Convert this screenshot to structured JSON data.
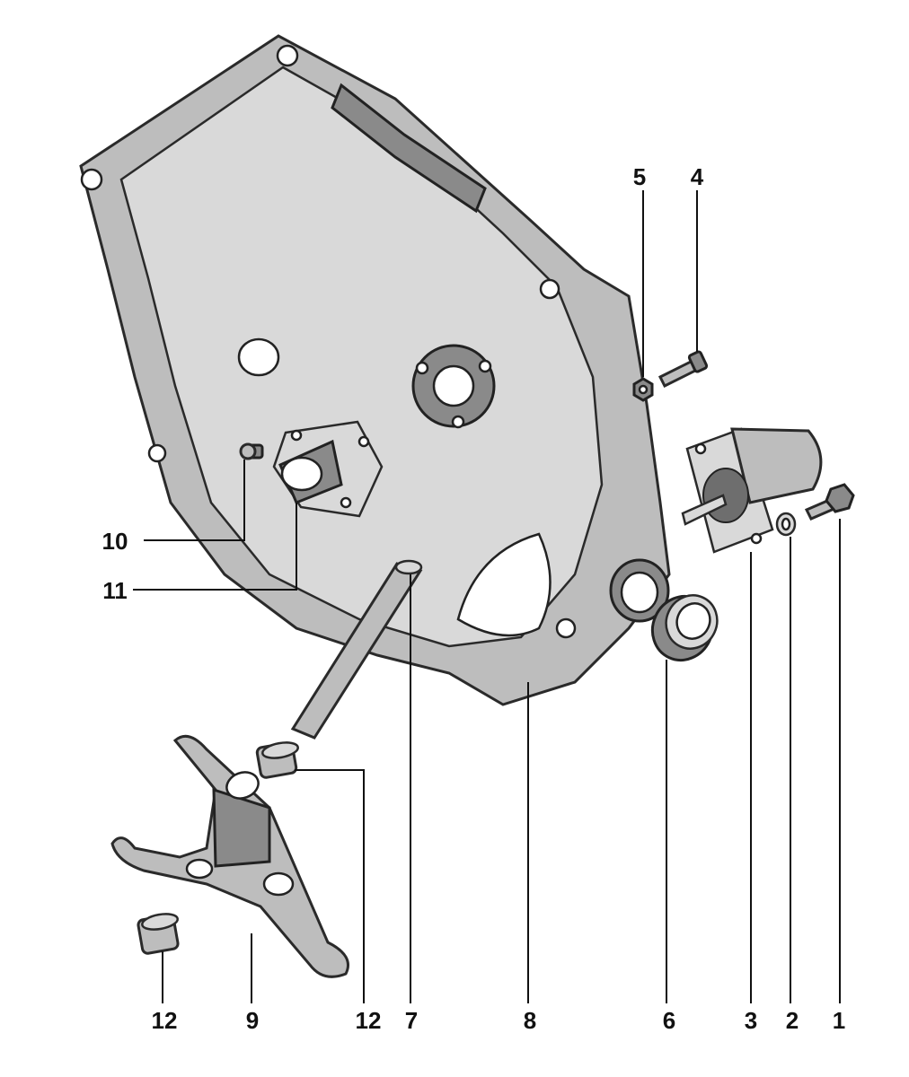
{
  "callouts": {
    "c1": "1",
    "c2": "2",
    "c3": "3",
    "c4": "4",
    "c5": "5",
    "c6": "6",
    "c7": "7",
    "c8": "8",
    "c9": "9",
    "c10": "10",
    "c11": "11",
    "c12a": "12",
    "c12b": "12"
  }
}
